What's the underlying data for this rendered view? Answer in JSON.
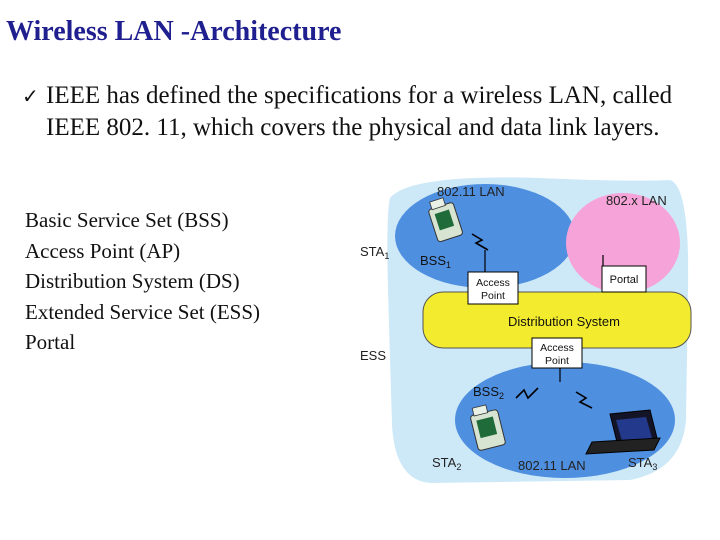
{
  "slide": {
    "title": "Wireless LAN -Architecture",
    "bullet": {
      "icon": "check-icon",
      "text": "IEEE has defined the specifications for a wireless LAN, called IEEE 802. 11, which covers the physical and data link layers."
    },
    "terms": [
      "Basic Service Set (BSS)",
      "Access Point (AP)",
      "Distribution System (DS)",
      "Extended Service Set (ESS)",
      "Portal"
    ]
  },
  "diagram": {
    "labels": {
      "lan_top": "802.11 LAN",
      "lan_x": "802.x LAN",
      "sta1": "STA",
      "sta1_sub": "1",
      "bss1": "BSS",
      "bss1_sub": "1",
      "ap1_line1": "Access",
      "ap1_line2": "Point",
      "portal": "Portal",
      "distribution_system": "Distribution System",
      "ess": "ESS",
      "ap2_line1": "Access",
      "ap2_line2": "Point",
      "bss2": "BSS",
      "bss2_sub": "2",
      "sta2": "STA",
      "sta2_sub": "2",
      "lan_bottom": "802.11 LAN",
      "sta3": "STA",
      "sta3_sub": "3"
    },
    "colors": {
      "ess_region": "#cde9f8",
      "bss_ellipse": "#4f8fe0",
      "lan_x_ellipse": "#f5a3d8",
      "distribution_system": "#f3ec2e"
    }
  }
}
